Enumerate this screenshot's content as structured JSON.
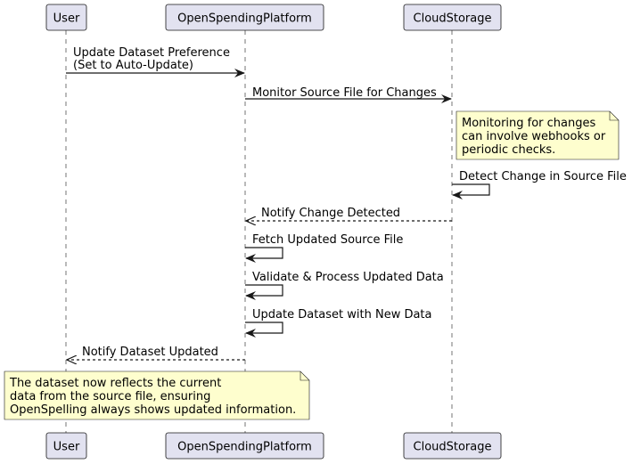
{
  "participants": {
    "user": "User",
    "platform": "OpenSpendingPlatform",
    "storage": "CloudStorage"
  },
  "messages": [
    {
      "from": "user",
      "to": "platform",
      "style": "solid",
      "lines": [
        "Update Dataset Preference",
        "(Set to Auto-Update)"
      ]
    },
    {
      "from": "platform",
      "to": "storage",
      "style": "solid",
      "lines": [
        "Monitor Source File for Changes"
      ]
    },
    {
      "from": "storage",
      "to": "storage",
      "style": "solid",
      "lines": [
        "Detect Change in Source File"
      ]
    },
    {
      "from": "storage",
      "to": "platform",
      "style": "dashed",
      "lines": [
        "Notify Change Detected"
      ]
    },
    {
      "from": "platform",
      "to": "platform",
      "style": "solid",
      "lines": [
        "Fetch Updated Source File"
      ]
    },
    {
      "from": "platform",
      "to": "platform",
      "style": "solid",
      "lines": [
        "Validate & Process Updated Data"
      ]
    },
    {
      "from": "platform",
      "to": "platform",
      "style": "solid",
      "lines": [
        "Update Dataset with New Data"
      ]
    },
    {
      "from": "platform",
      "to": "user",
      "style": "dashed",
      "lines": [
        "Notify Dataset Updated"
      ]
    }
  ],
  "notes": {
    "storage_note": [
      "Monitoring for changes",
      "can involve webhooks or",
      "periodic checks."
    ],
    "user_note": [
      "The dataset now reflects the current",
      "data from the source file, ensuring",
      "OpenSpelling always shows updated information."
    ]
  },
  "colors": {
    "participant_fill": "#e2e2f0",
    "note_fill": "#fefece",
    "line": "#181818"
  }
}
